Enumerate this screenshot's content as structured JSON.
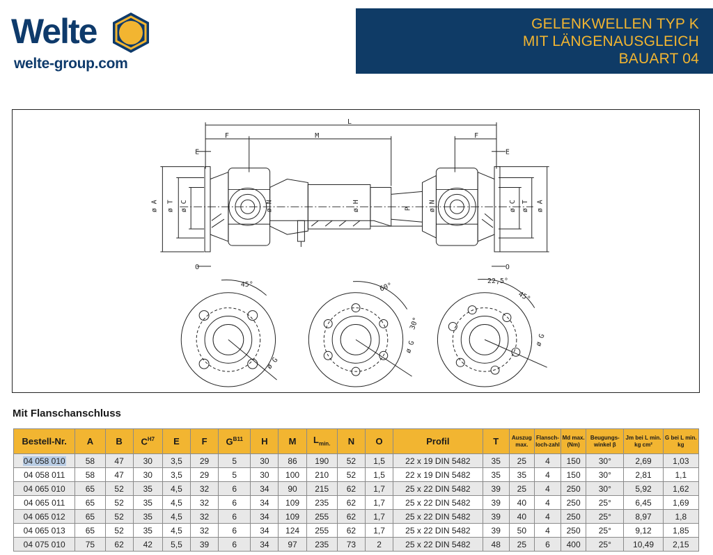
{
  "logo": {
    "wordmark": "Welte",
    "url": "welte-group.com",
    "colors": {
      "navy": "#0e3a6b",
      "gold": "#f2b531"
    }
  },
  "banner": {
    "lines": [
      "GELENKWELLEN TYP K",
      "MIT LÄNGENAUSGLEICH",
      "BAUART 04"
    ],
    "background": "#0f3b66",
    "text_color": "#f2b531"
  },
  "drawing": {
    "labels": {
      "L": "L",
      "M": "M",
      "F": "F",
      "E": "E",
      "O": "O",
      "A": "ø A",
      "T": "ø T",
      "C": "ø C",
      "N": "ø N",
      "H": "ø H",
      "P": "P",
      "angle1": "45°",
      "angle2": "60°",
      "angle3": "22,5°",
      "angle4": "45°",
      "g1": "ø G",
      "g2": "ø G",
      "g3": "ø G",
      "g2b": "30°"
    }
  },
  "section_title": "Mit Flanschanschluss",
  "table": {
    "headers": [
      {
        "t": "Bestell-Nr.",
        "small": false
      },
      {
        "t": "A",
        "small": false
      },
      {
        "t": "B",
        "small": false
      },
      {
        "t": "C",
        "sup": "H7",
        "small": false
      },
      {
        "t": "E",
        "small": false
      },
      {
        "t": "F",
        "small": false
      },
      {
        "t": "G",
        "sup": "B11",
        "small": false
      },
      {
        "t": "H",
        "small": false
      },
      {
        "t": "M",
        "small": false
      },
      {
        "t": "L",
        "sub": "min.",
        "small": false
      },
      {
        "t": "N",
        "small": false
      },
      {
        "t": "O",
        "small": false
      },
      {
        "t": "Profil",
        "small": false
      },
      {
        "t": "T",
        "small": false
      },
      {
        "t": "Auszug max.",
        "small": true
      },
      {
        "t": "Flansch-loch-zahl",
        "small": true
      },
      {
        "t": "Md max. (Nm)",
        "small": true
      },
      {
        "t": "Beugungs-winkel β",
        "small": true
      },
      {
        "t": "Jm bei L min. kg cm²",
        "small": true
      },
      {
        "t": "G bei L min. kg",
        "small": true
      }
    ],
    "rows": [
      [
        "04 058 010",
        "58",
        "47",
        "30",
        "3,5",
        "29",
        "5",
        "30",
        "86",
        "190",
        "52",
        "1,5",
        "22 x 19 DIN 5482",
        "35",
        "25",
        "4",
        "150",
        "30°",
        "2,69",
        "1,03"
      ],
      [
        "04 058 011",
        "58",
        "47",
        "30",
        "3,5",
        "29",
        "5",
        "30",
        "100",
        "210",
        "52",
        "1,5",
        "22 x 19 DIN 5482",
        "35",
        "35",
        "4",
        "150",
        "30°",
        "2,81",
        "1,1"
      ],
      [
        "04 065 010",
        "65",
        "52",
        "35",
        "4,5",
        "32",
        "6",
        "34",
        "90",
        "215",
        "62",
        "1,7",
        "25 x 22 DIN 5482",
        "39",
        "25",
        "4",
        "250",
        "30°",
        "5,92",
        "1,62"
      ],
      [
        "04 065 011",
        "65",
        "52",
        "35",
        "4,5",
        "32",
        "6",
        "34",
        "109",
        "235",
        "62",
        "1,7",
        "25 x 22 DIN 5482",
        "39",
        "40",
        "4",
        "250",
        "25°",
        "6,45",
        "1,69"
      ],
      [
        "04 065 012",
        "65",
        "52",
        "35",
        "4,5",
        "32",
        "6",
        "34",
        "109",
        "255",
        "62",
        "1,7",
        "25 x 22 DIN 5482",
        "39",
        "40",
        "4",
        "250",
        "25°",
        "8,97",
        "1,8"
      ],
      [
        "04 065 013",
        "65",
        "52",
        "35",
        "4,5",
        "32",
        "6",
        "34",
        "124",
        "255",
        "62",
        "1,7",
        "25 x 22 DIN 5482",
        "39",
        "50",
        "4",
        "250",
        "25°",
        "9,12",
        "1,85"
      ],
      [
        "04 075 010",
        "75",
        "62",
        "42",
        "5,5",
        "39",
        "6",
        "34",
        "97",
        "235",
        "73",
        "2",
        "25 x 22 DIN 5482",
        "48",
        "25",
        "6",
        "400",
        "25°",
        "10,49",
        "2,15"
      ]
    ],
    "header_color": "#f2b531",
    "stripe_color": "#e8e8e8"
  }
}
